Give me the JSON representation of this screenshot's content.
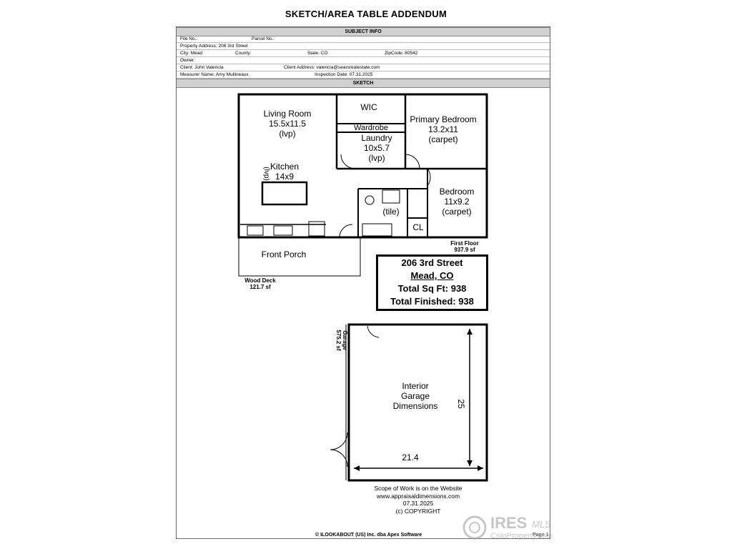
{
  "header": {
    "title": "SKETCH/AREA TABLE ADDENDUM"
  },
  "subject": {
    "heading": "SUBJECT INFO",
    "file_no": "File No.:",
    "parcel_no": "Parcel No.:",
    "property_address": "Property Address: 206 3rd Street",
    "city": "City: Mead",
    "county": "County:",
    "state": "State: CO",
    "zipcode": "ZipCode: 80542",
    "owner": "Owner:",
    "client": "Client: John Valencia",
    "client_address": "Client Address: valencia@searsrealestate.com",
    "measurer": "Measurer Name: Amy Mullineaux",
    "inspection_date": "Inspection Date: 07.31.2025"
  },
  "sketch": {
    "heading": "SKETCH",
    "rooms": {
      "living_name": "Living Room",
      "living_dims": "15.5x11.5",
      "living_floor": "(lvp)",
      "kitchen_name": "Kitchen",
      "kitchen_dims": "14x9",
      "kitchen_floor": "(lvp)",
      "wic": "WIC",
      "wardrobe": "Wardrobe",
      "laundry_name": "Laundry",
      "laundry_dims": "10x5.7",
      "laundry_floor": "(lvp)",
      "primary_name": "Primary Bedroom",
      "primary_dims": "13.2x11",
      "primary_floor": "(carpet)",
      "bedroom_name": "Bedroom",
      "bedroom_dims": "11x9.2",
      "bedroom_floor": "(carpet)",
      "bath_floor": "(tile)",
      "closet": "CL",
      "porch": "Front Porch"
    },
    "first_floor_label": "First Floor",
    "first_floor_area": "937.9 sf",
    "deck_label": "Wood Deck",
    "deck_area": "121.7 sf",
    "garage_label": "Garage",
    "garage_area": "575.2 sf",
    "garage_interior_1": "Interior",
    "garage_interior_2": "Garage",
    "garage_interior_3": "Dimensions",
    "garage_width": "21.4",
    "garage_depth": "25",
    "info_address": "206 3rd Street",
    "info_city": "Mead, CO",
    "info_total": "Total Sq Ft:  938",
    "info_finished": "Total Finished:  938",
    "scope_1": "Scope of Work is on the Website",
    "scope_2": "www.appraisaldimensions.com",
    "scope_3": "07.31.2025",
    "scope_4": "(c) COPYRIGHT"
  },
  "footer": {
    "software": "© ILOOKABOUT (US) Inc. dba Apex Software",
    "page": "Page 1"
  },
  "watermark": {
    "brand": "IRES",
    "mls": "MLS",
    "site": "ColoProperty.com"
  }
}
